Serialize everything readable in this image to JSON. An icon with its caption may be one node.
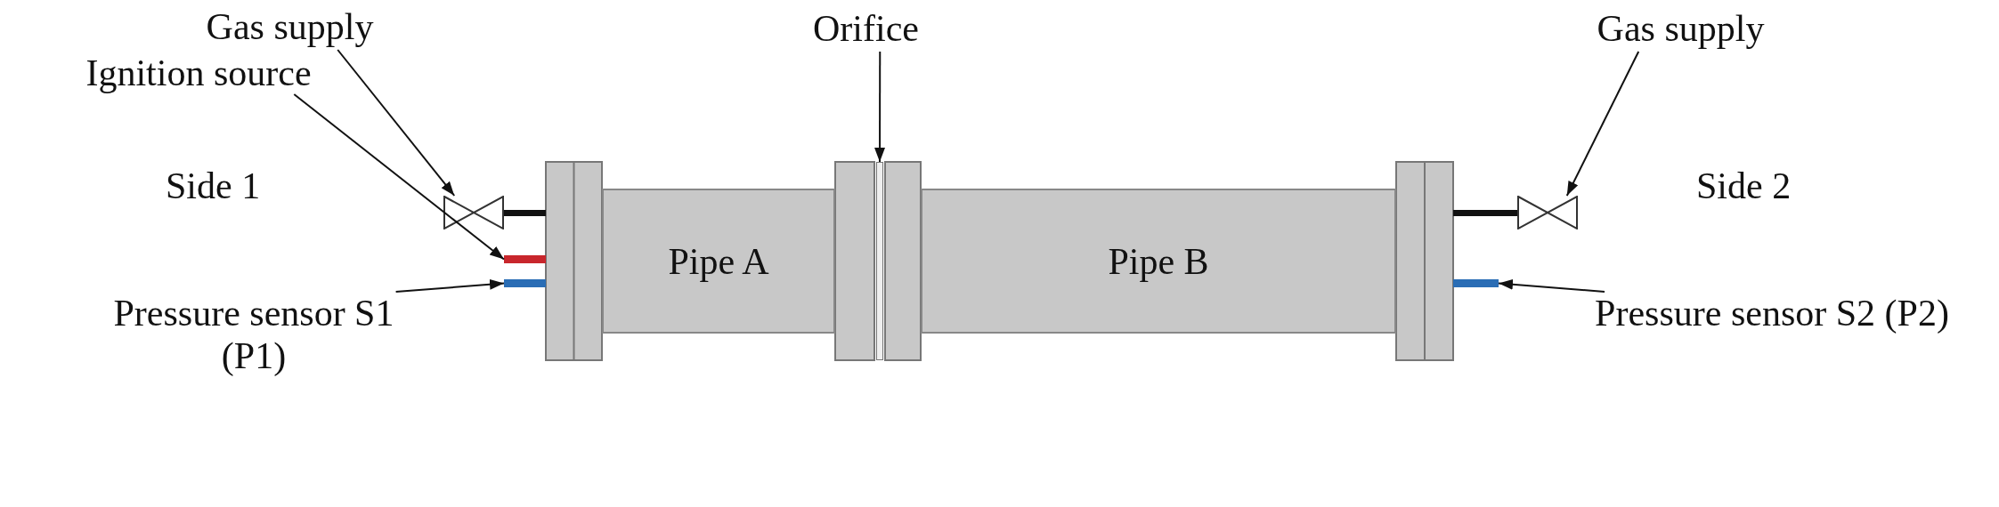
{
  "diagram": {
    "nodes": [
      {
        "text": [
          "Gas supply"
        ]
      },
      {
        "text": [],
        "shape": "valve"
      },
      {
        "text": [
          "Ignition source"
        ]
      },
      {
        "text": [],
        "shape": "bar"
      },
      {
        "text": [
          "Pressure sensor S1 (P1)"
        ]
      },
      {
        "text": [],
        "shape": "bar"
      },
      {
        "text": [
          "Orifice"
        ]
      },
      {
        "text": [],
        "shape": "bar"
      },
      {
        "text": [
          "Pipe A"
        ]
      },
      {
        "text": [
          "Pipe B"
        ]
      },
      {
        "text": [
          "Gas supply"
        ]
      },
      {
        "text": [],
        "shape": "valve"
      },
      {
        "text": [
          "Pressure sensor S2 (P2)"
        ]
      },
      {
        "text": [],
        "shape": "bar"
      }
    ],
    "edges": [
      {
        "from": 0,
        "to": 1,
        "arrow": "to"
      },
      {
        "from": 2,
        "to": 3,
        "arrow": "to"
      },
      {
        "from": 4,
        "to": 5,
        "arrow": "to"
      },
      {
        "from": 6,
        "to": 7,
        "arrow": "to"
      },
      {
        "from": 10,
        "to": 11,
        "arrow": "to"
      },
      {
        "from": 12,
        "to": 13,
        "arrow": "to"
      }
    ],
    "labels": [
      "Side 1",
      "Side 2"
    ]
  }
}
